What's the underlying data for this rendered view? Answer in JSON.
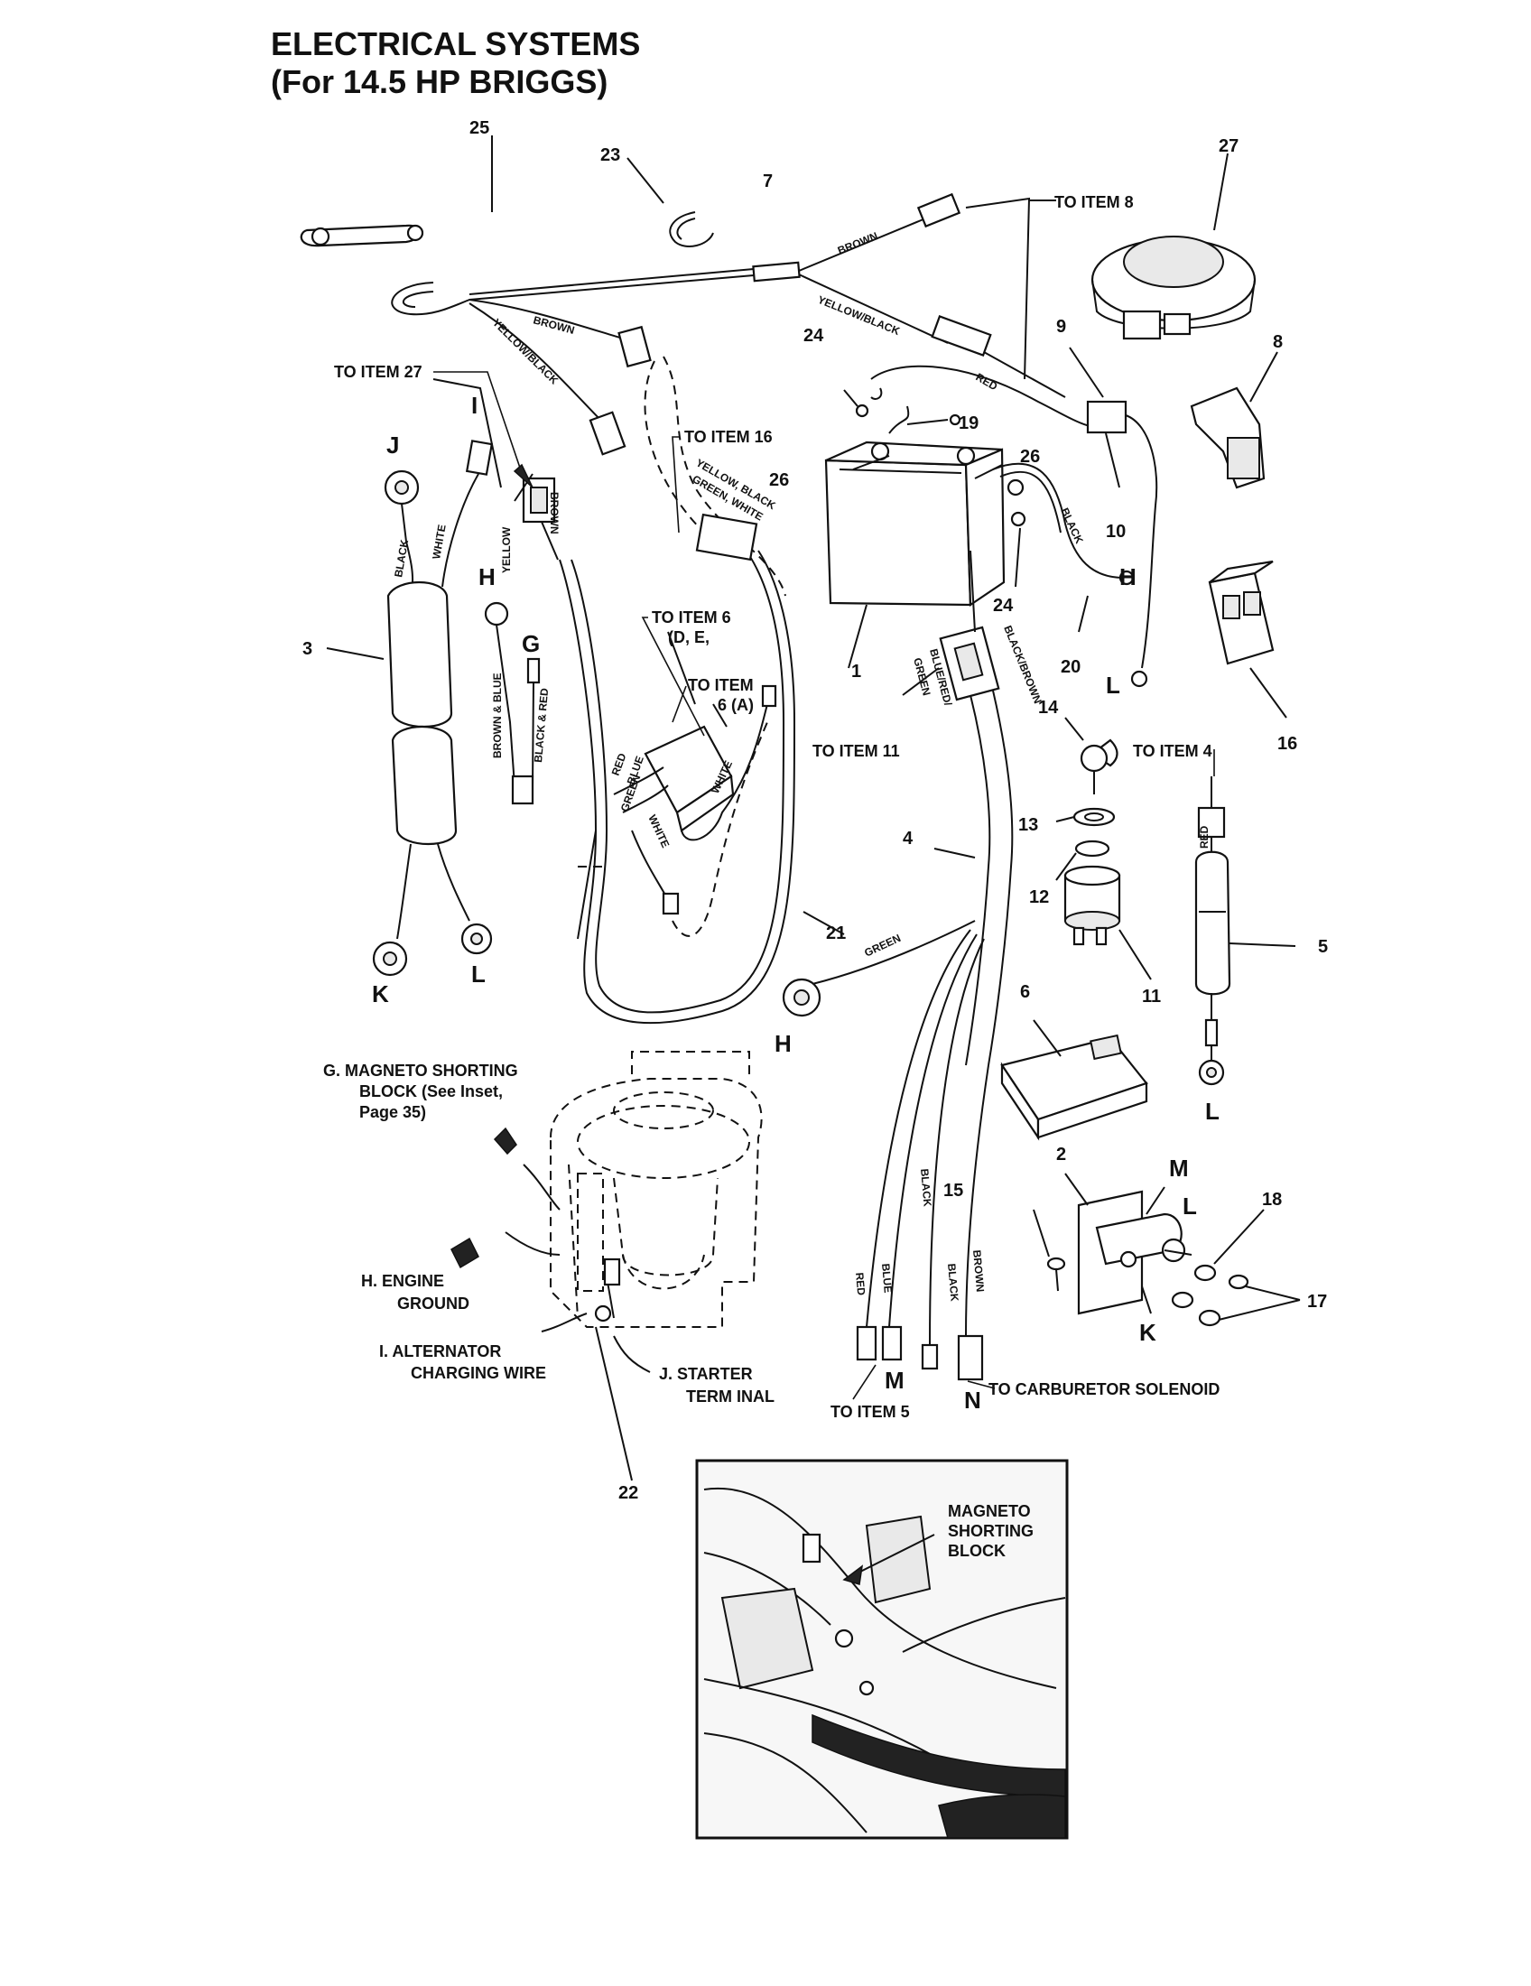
{
  "title": {
    "line1": "ELECTRICAL  SYSTEMS",
    "line2": "(For 14.5 HP BRIGGS)"
  },
  "part_numbers": [
    "1",
    "2",
    "3",
    "4",
    "5",
    "6",
    "7",
    "8",
    "9",
    "10",
    "11",
    "12",
    "13",
    "14",
    "15",
    "16",
    "17",
    "18",
    "19",
    "20",
    "21",
    "22",
    "23",
    "24",
    "25",
    "26",
    "27"
  ],
  "duplicate_numbers": {
    "n24b": "24",
    "n26b": "26"
  },
  "connection_letters": {
    "G": "G",
    "H": "H",
    "I": "I",
    "J": "J",
    "K": "K",
    "L": "L",
    "M": "M",
    "N": "N"
  },
  "references": {
    "to_item_8": "TO ITEM 8",
    "to_item_27": "TO ITEM 27",
    "to_item_16": "TO ITEM 16",
    "to_item_6_def_1": "TO ITEM 6",
    "to_item_6_def_2": "(D, E,",
    "to_item_6_a_1": "TO ITEM",
    "to_item_6_a_2": "6 (A)",
    "to_item_11": "TO ITEM 11",
    "to_item_4": "TO ITEM 4",
    "to_item_5": "TO ITEM 5",
    "to_carburetor": "TO CARBURETOR SOLENOID"
  },
  "wire_colors": {
    "brown": "BROWN",
    "yellow_black": "YELLOW/BLACK",
    "red": "RED",
    "black": "BLACK",
    "white": "WHITE",
    "yellow": "YELLOW",
    "green": "GREEN",
    "blue": "BLUE",
    "brown_blue": "BROWN & BLUE",
    "black_red": "BLACK & RED",
    "yellow_black_green_white_1": "YELLOW, BLACK",
    "yellow_black_green_white_2": "GREEN, WHITE",
    "black_brown": "BLACK/BROWN",
    "blue_red_green_1": "BLUE/RED/",
    "blue_red_green_2": "GREEN"
  },
  "engine_callouts": {
    "g_1": "G. MAGNETO SHORTING",
    "g_2": "BLOCK (See Inset,",
    "g_3": "Page 35)",
    "h_1": "H.  ENGINE",
    "h_2": "GROUND",
    "i_1": "I.  ALTERNATOR",
    "i_2": "CHARGING WIRE",
    "j_1": "J.  STARTER",
    "j_2": "TERM INAL"
  },
  "inset": {
    "label_1": "MAGNETO",
    "label_2": "SHORTING",
    "label_3": "BLOCK"
  }
}
